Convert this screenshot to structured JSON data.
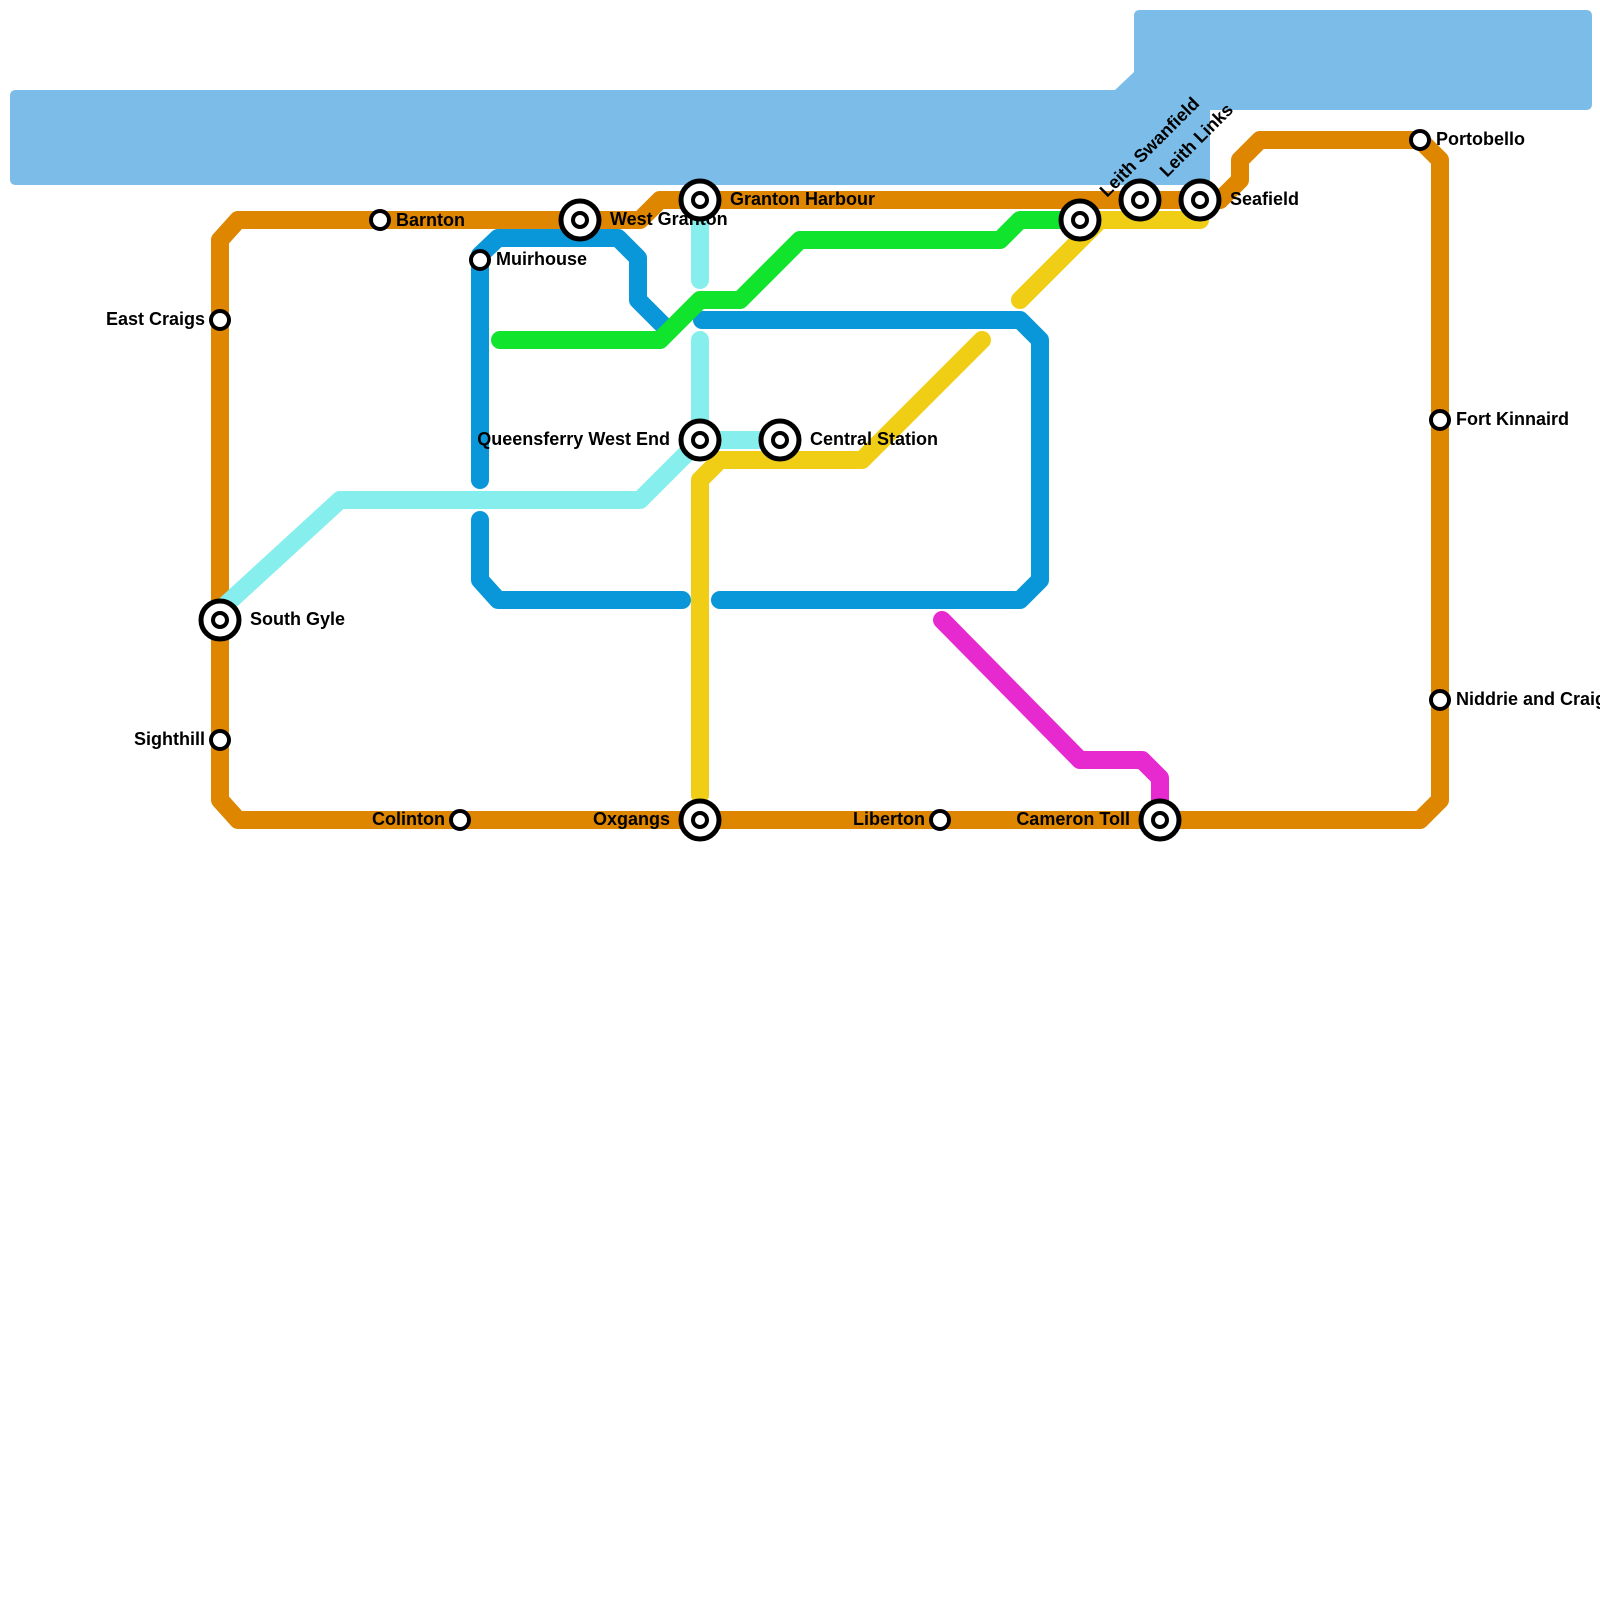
{
  "colors": {
    "water": "#7bbde8",
    "orange": "#df8600",
    "blue": "#0a97d9",
    "green": "#11e42c",
    "cyan": "#86eeed",
    "yellow": "#f0ce15",
    "magenta": "#e72ad0"
  },
  "stations": {
    "barnton": "Barnton",
    "west_granton": "West Granton",
    "granton_harbour": "Granton Harbour",
    "muirhouse": "Muirhouse",
    "east_craigs": "East Craigs",
    "queensferry_west_end": "Queensferry West End",
    "central_station": "Central Station",
    "south_gyle": "South Gyle",
    "sighthill": "Sighthill",
    "colinton": "Colinton",
    "oxgangs": "Oxgangs",
    "liberton": "Liberton",
    "cameron_toll": "Cameron Toll",
    "leith_swanfield": "Leith Swanfield",
    "leith_links": "Leith Links",
    "seafield": "Seafield",
    "portobello": "Portobello",
    "fort_kinnaird": "Fort Kinnaird",
    "niddrie": "Niddrie and Craigmillar"
  }
}
